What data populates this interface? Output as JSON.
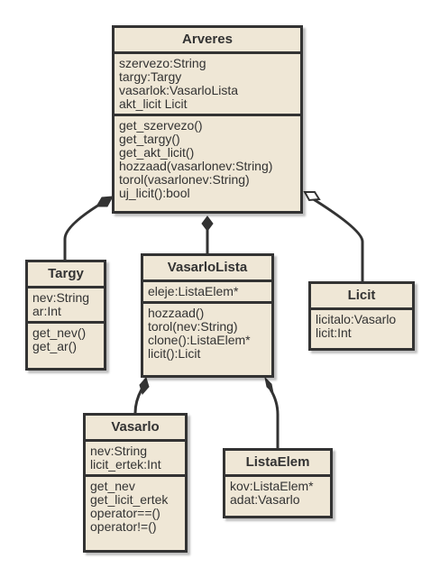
{
  "classes": {
    "arveres": {
      "name": "Arveres",
      "attributes": [
        "szervezo:String",
        "targy:Targy",
        "vasarlok:VasarloLista",
        "akt_licit Licit"
      ],
      "methods": [
        "get_szervezo()",
        "get_targy()",
        "get_akt_licit()",
        "hozzaad(vasarlonev:String)",
        "torol(vasarlonev:String)",
        "uj_licit():bool"
      ]
    },
    "targy": {
      "name": "Targy",
      "attributes": [
        "nev:String",
        "ar:Int"
      ],
      "methods": [
        "get_nev()",
        "get_ar()"
      ]
    },
    "vasarlolista": {
      "name": "VasarloLista",
      "attributes": [
        "eleje:ListaElem*"
      ],
      "methods": [
        "hozzaad()",
        "torol(nev:String)",
        "clone():ListaElem*",
        "licit():Licit"
      ]
    },
    "licit": {
      "name": "Licit",
      "attributes": [
        "licitalo:Vasarlo",
        "licit:Int"
      ],
      "methods": []
    },
    "vasarlo": {
      "name": "Vasarlo",
      "attributes": [
        "nev:String",
        "licit_ertek:Int"
      ],
      "methods": [
        "get_nev",
        "get_licit_ertek",
        "operator==()",
        "operator!=()"
      ]
    },
    "listaelem": {
      "name": "ListaElem",
      "attributes": [
        "kov:ListaElem*",
        "adat:Vasarlo"
      ],
      "methods": []
    }
  },
  "colors": {
    "box_fill": "#efe7d6",
    "stroke": "#333333"
  },
  "relations": [
    {
      "from": "arveres",
      "to": "targy",
      "kind": "composition"
    },
    {
      "from": "arveres",
      "to": "vasarlolista",
      "kind": "composition"
    },
    {
      "from": "arveres",
      "to": "licit",
      "kind": "aggregation"
    },
    {
      "from": "vasarlolista",
      "to": "vasarlo",
      "kind": "composition"
    },
    {
      "from": "vasarlolista",
      "to": "listaelem",
      "kind": "composition"
    }
  ]
}
